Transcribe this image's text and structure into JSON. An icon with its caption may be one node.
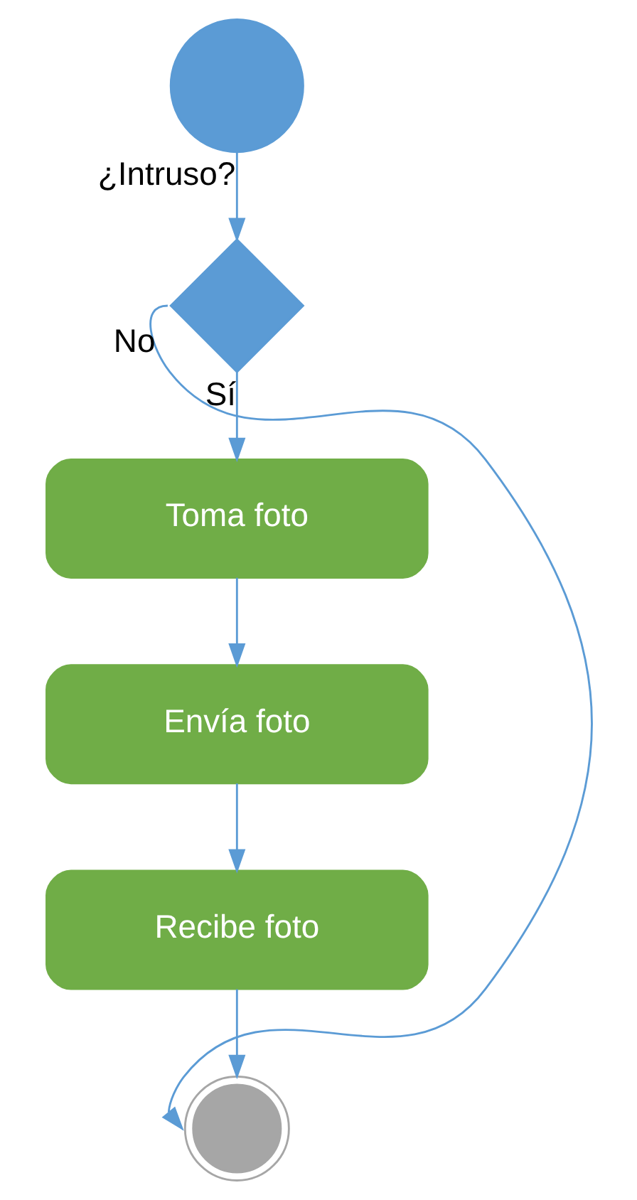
{
  "diagram": {
    "nodes": [
      {
        "text": [],
        "shape": "circle"
      },
      {
        "text": [],
        "shape": "diamond"
      },
      {
        "text": [
          "Toma foto"
        ]
      },
      {
        "text": [
          "Envía foto"
        ]
      },
      {
        "text": [
          "Recibe foto"
        ]
      },
      {
        "text": [],
        "shape": "circle"
      }
    ],
    "edges": [
      {
        "from": 0,
        "to": 1,
        "arrow": "to",
        "label": "¿Intruso?"
      },
      {
        "from": 1,
        "to": 2,
        "arrow": "to",
        "label": "Sí"
      },
      {
        "from": 2,
        "to": 3,
        "arrow": "to"
      },
      {
        "from": 3,
        "to": 4,
        "arrow": "to"
      },
      {
        "from": 4,
        "to": 5,
        "arrow": "to"
      },
      {
        "from": 1,
        "to": 5,
        "arrow": "to",
        "label": "No"
      }
    ]
  }
}
